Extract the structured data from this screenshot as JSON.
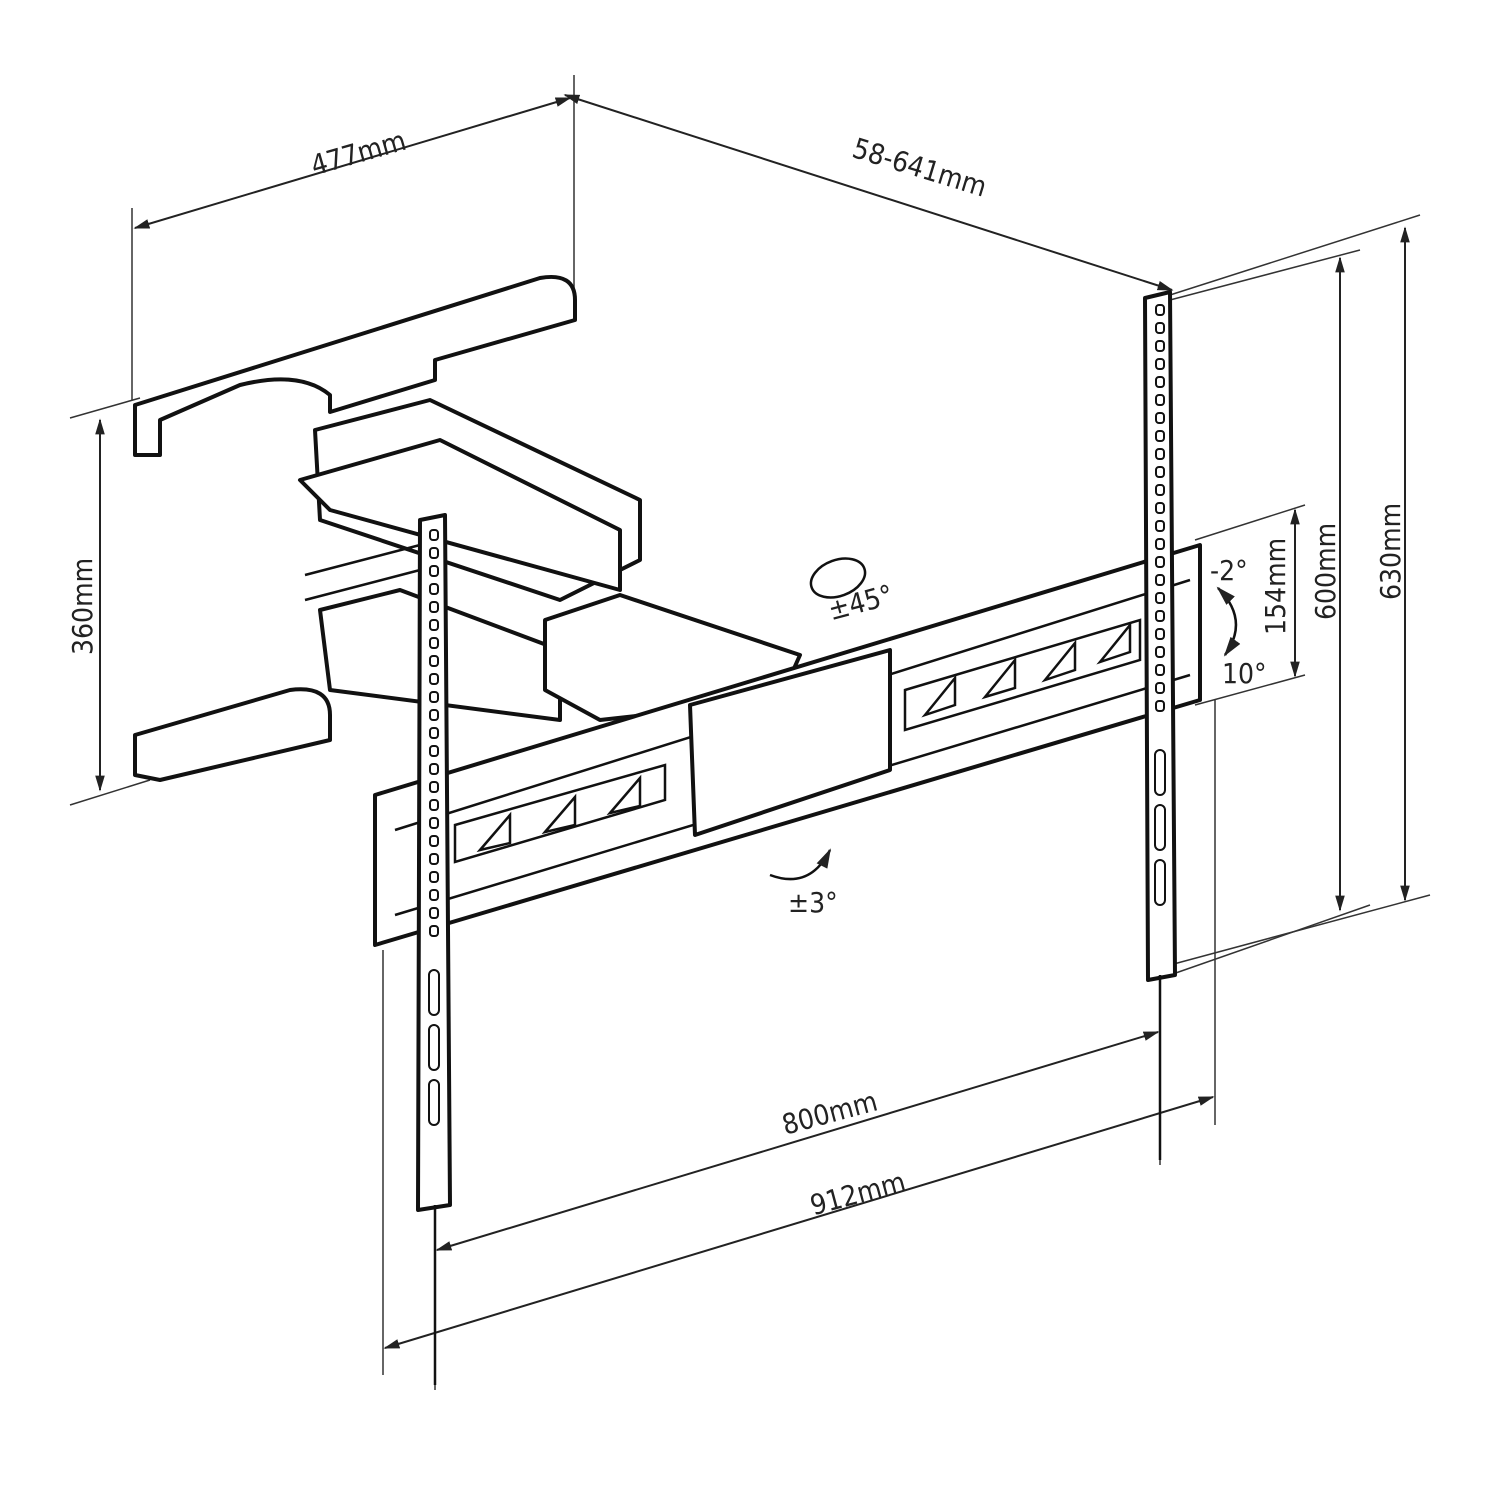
{
  "title": "TV wall mount dimension diagram",
  "dimensions": {
    "wall_plate_width": "477mm",
    "extension": "58-641mm",
    "wall_plate_height": "360mm",
    "rail_height_inner": "600mm",
    "rail_height_outer": "630mm",
    "tilt_offset": "154mm",
    "vesa_width": "800mm",
    "overall_width": "912mm"
  },
  "angles": {
    "swivel": "±45°",
    "level": "±3°",
    "tilt_up": "-2°",
    "tilt_down": "10°"
  },
  "colors": {
    "line": "#111111",
    "background": "#ffffff"
  }
}
